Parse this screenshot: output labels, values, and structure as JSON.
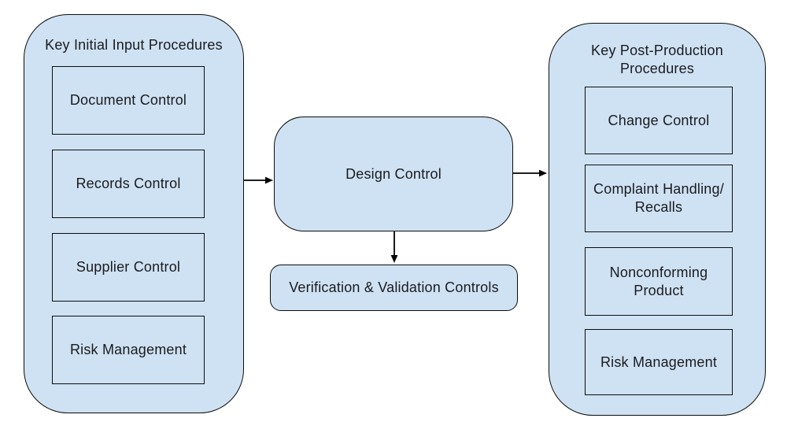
{
  "colors": {
    "node_fill": "#cfe2f3",
    "node_border": "#0d0d0d",
    "text": "#1b1b1f",
    "canvas_bg": "#ffffff",
    "arrow": "#000000"
  },
  "left_panel": {
    "title": "Key Initial Input Procedures",
    "items": [
      "Document Control",
      "Records Control",
      "Supplier Control",
      "Risk Management"
    ]
  },
  "center": {
    "design_control": "Design Control",
    "verification": "Verification & Validation Controls"
  },
  "right_panel": {
    "title": "Key Post-Production Procedures",
    "items": [
      "Change Control",
      "Complaint Handling/ Recalls",
      "Nonconforming Product",
      "Risk Management"
    ]
  }
}
